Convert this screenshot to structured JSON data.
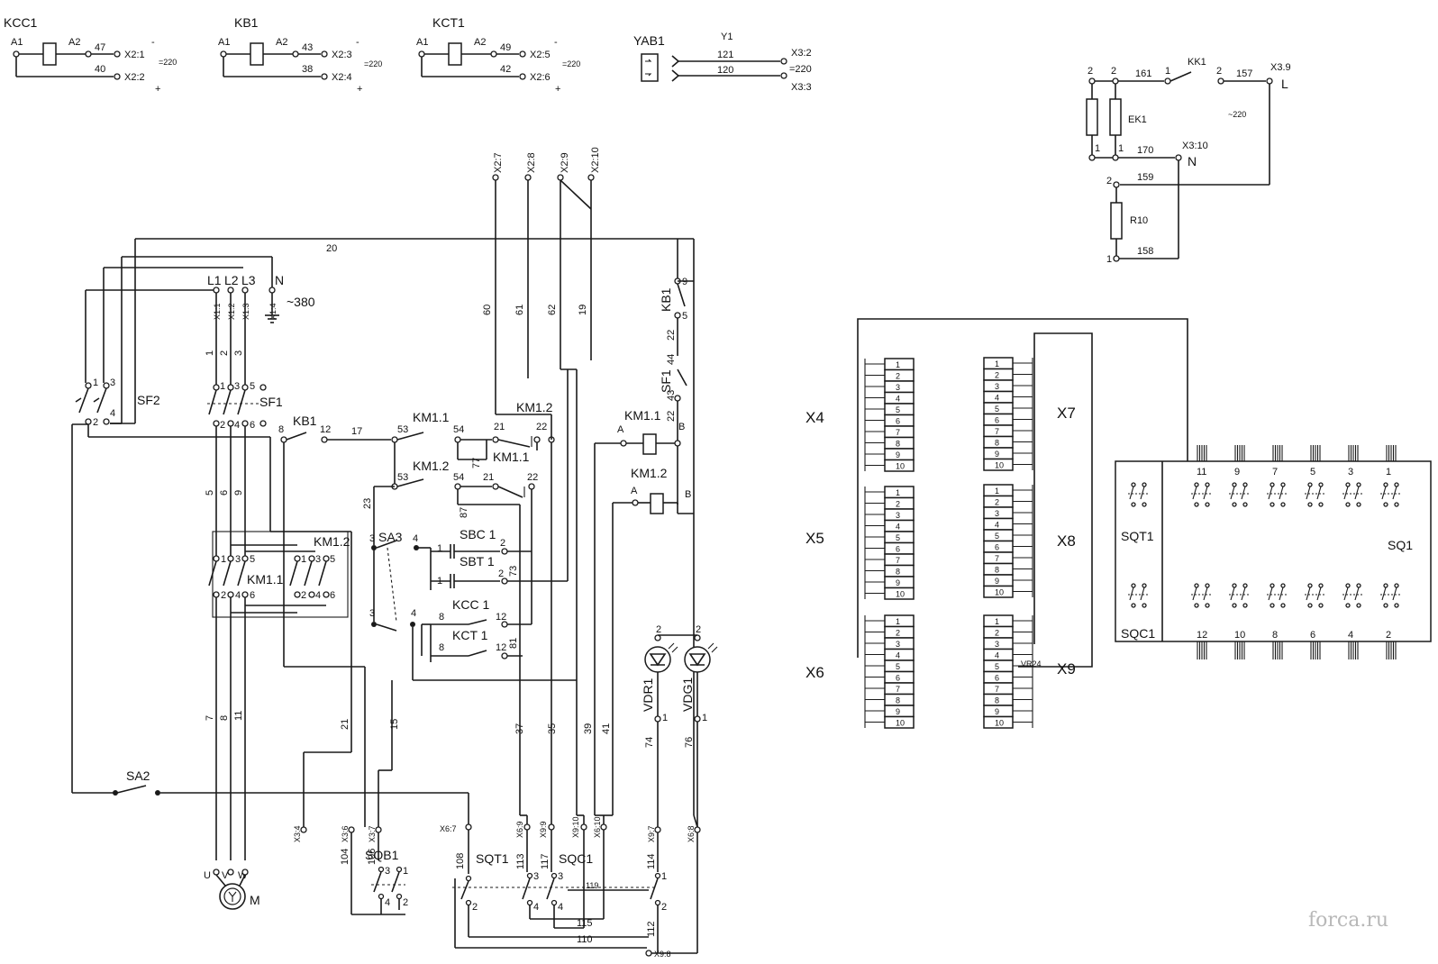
{
  "legend_relays": [
    {
      "name": "KCC1",
      "a1": "A1",
      "a2": "A2",
      "w1": "47",
      "w2": "40",
      "t1": "X2:1",
      "t2": "X2:2",
      "pol1": "-",
      "pol2": "+",
      "volt": "=220"
    },
    {
      "name": "KB1",
      "a1": "A1",
      "a2": "A2",
      "w1": "43",
      "w2": "38",
      "t1": "X2:3",
      "t2": "X2:4",
      "pol1": "-",
      "pol2": "+",
      "volt": "=220"
    },
    {
      "name": "KCT1",
      "a1": "A1",
      "a2": "A2",
      "w1": "49",
      "w2": "42",
      "t1": "X2:5",
      "t2": "X2:6",
      "pol1": "-",
      "pol2": "+",
      "volt": "=220"
    }
  ],
  "yab": {
    "name": "YAB1",
    "coil": "Y1",
    "w1": "121",
    "w2": "120",
    "t1": "X3:2",
    "t2": "X3:3",
    "volt": "=220"
  },
  "heater": {
    "kk": "KK1",
    "ek": "EK1",
    "r": "R10",
    "n2a": "2",
    "n2b": "2",
    "w161": "161",
    "n1": "1",
    "n2": "2",
    "w157": "157",
    "x39": "X3.9",
    "L": "L",
    "volt": "~220",
    "n1a": "1",
    "n1b": "1",
    "w170": "170",
    "x310": "X3:10",
    "N": "N",
    "r2": "2",
    "w159": "159",
    "r1": "1",
    "w158": "158"
  },
  "power": {
    "l1": "L1",
    "l2": "L2",
    "l3": "L3",
    "n": "N",
    "x11": "X1:1",
    "x12": "X1:2",
    "x13": "X1:3",
    "x14": "X1:4",
    "volt": "~380",
    "sf1": "SF1",
    "sf2": "SF2",
    "w20": "20",
    "km11": "KM1.1",
    "km12": "KM1.2",
    "motor": "M",
    "u": "U",
    "v": "V",
    "w": "W"
  },
  "top_terms": [
    "X2:7",
    "X2:8",
    "X2:9",
    "X2:10"
  ],
  "wire_nums": {
    "w60": "60",
    "w61": "61",
    "w62": "62",
    "w19": "19",
    "w1": "1",
    "w2": "2",
    "w3": "3",
    "w5": "5",
    "w6": "6",
    "w9": "9",
    "w7": "7",
    "w8": "8",
    "w11": "11",
    "w21": "21",
    "w15": "15",
    "w23": "23",
    "w17": "17",
    "w12": "12",
    "w37": "37",
    "w35": "35",
    "w39": "39",
    "w41": "41",
    "w74": "74",
    "w76": "76",
    "w77": "77",
    "w87": "87",
    "w73": "73",
    "w81": "81",
    "w44": "44",
    "w22": "22",
    "w43": "43",
    "w108": "108",
    "w113": "113",
    "w117": "117",
    "w119": "119",
    "w114": "114",
    "w104": "104",
    "w106": "106",
    "w112": "112",
    "w110": "110",
    "w115": "115"
  },
  "control": {
    "kb1": "KB1",
    "km11": "KM1.1",
    "km12": "KM1.2",
    "sf1": "SF1",
    "sa3": "SA3",
    "sbc": "SBC 1",
    "sbt": "SBT 1",
    "kcc": "KCC 1",
    "kct": "KCT 1",
    "sa2": "SA2",
    "vdr": "VDR1",
    "vdg": "VDG1",
    "a": "A",
    "b": "B",
    "p53": "53",
    "p54": "54",
    "p21": "21",
    "p22": "22",
    "p8": "8",
    "p12": "12",
    "p3": "3",
    "p4": "4",
    "p1": "1",
    "p2": "2",
    "p5": "5",
    "p9": "9"
  },
  "bottom_terms": [
    "X3:4",
    "X3:6",
    "X3:7",
    "X6:7",
    "X6:9",
    "X9:9",
    "X9:10",
    "X6:10",
    "X9:7",
    "X6:8",
    "X9:8"
  ],
  "bottom_devices": {
    "sqb1": "SQB1",
    "sqt1": "SQT1",
    "sqc1": "SQC1"
  },
  "connectors": {
    "left": [
      "X4",
      "X5",
      "X6"
    ],
    "right": [
      "X7",
      "X8",
      "X9"
    ],
    "pins": [
      "1",
      "2",
      "3",
      "4",
      "5",
      "6",
      "7",
      "8",
      "9",
      "10"
    ],
    "vr24": "VR24"
  },
  "sq_panel": {
    "sqt1": "SQT1",
    "sqc1": "SQC1",
    "sq1": "SQ1",
    "top_nums": [
      "11",
      "9",
      "7",
      "5",
      "3",
      "1"
    ],
    "bot_nums": [
      "12",
      "10",
      "8",
      "6",
      "4",
      "2"
    ]
  },
  "watermark": "forca.ru"
}
